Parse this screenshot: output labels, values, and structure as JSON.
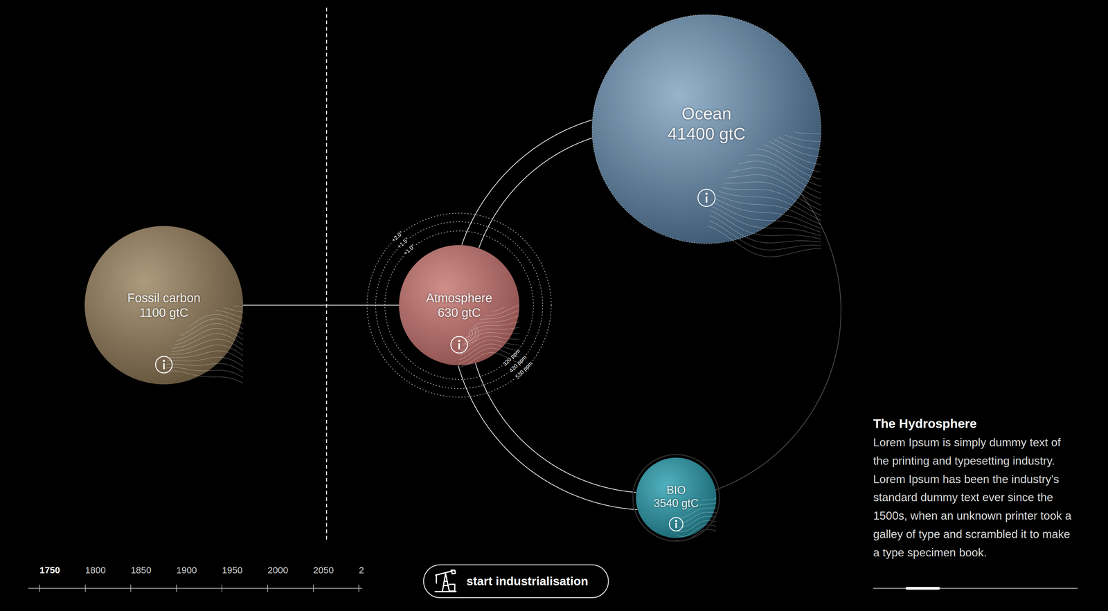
{
  "diagram": {
    "nodes": [
      {
        "text": [
          "Fossil carbon",
          "1100 gtC"
        ]
      },
      {
        "text": [
          "Atmosphere",
          "630 gtC"
        ]
      },
      {
        "text": [
          "Ocean",
          "41400 gtC"
        ]
      },
      {
        "text": [
          "BIO",
          "3540 gtC"
        ]
      },
      {
        "text": [
          "start industrialisation"
        ]
      }
    ],
    "edges": [
      {
        "from": 0,
        "to": 1,
        "arrow": "none"
      },
      {
        "from": 1,
        "to": 2,
        "arrow": "none"
      },
      {
        "from": 1,
        "to": 2,
        "arrow": "none"
      },
      {
        "from": 1,
        "to": 3,
        "arrow": "none"
      },
      {
        "from": 1,
        "to": 3,
        "arrow": "none"
      },
      {
        "from": 2,
        "to": 3,
        "arrow": "none"
      }
    ],
    "labels": [
      "+2.0°",
      "+1.5°",
      "+1.0°",
      "320 ppm",
      "420 ppm",
      "530 ppm",
      "1750",
      "1800",
      "1850",
      "1900",
      "1950",
      "2000",
      "2050",
      "2",
      "The Hydrosphere",
      "Lorem Ipsum is simply dummy text of the printing and typesetting industry. Lorem Ipsum has been the industry's standard dummy text ever since the 1500s, when an unknown printer took a galley of type and scrambled it to make a type specimen book."
    ]
  }
}
